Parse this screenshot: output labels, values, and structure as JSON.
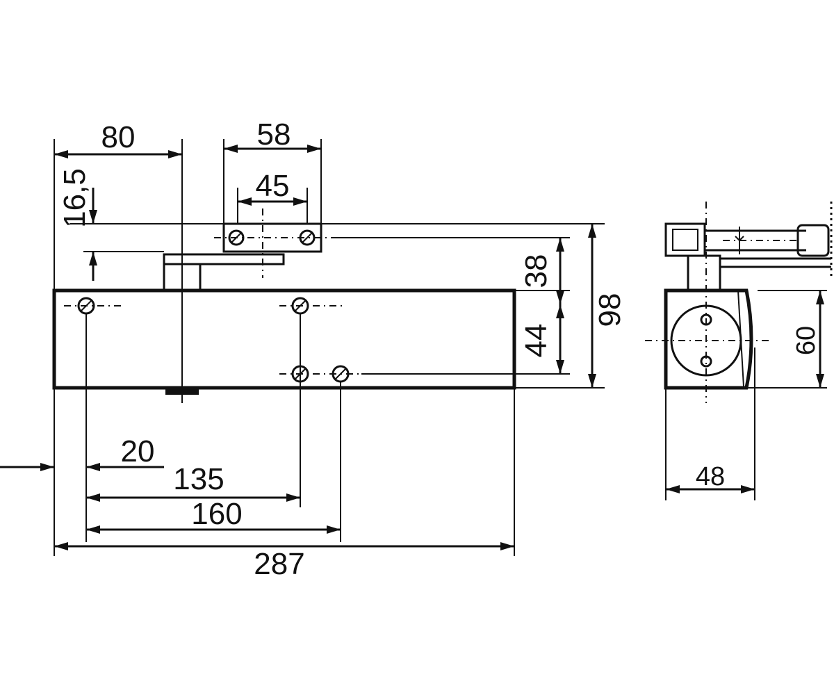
{
  "dimensions": {
    "d80": "80",
    "d58": "58",
    "d45": "45",
    "d16_5": "16,5",
    "d38": "38",
    "d44": "44",
    "d98": "98",
    "d20": "20",
    "d135": "135",
    "d160": "160",
    "d287": "287",
    "d60": "60",
    "d48": "48"
  }
}
